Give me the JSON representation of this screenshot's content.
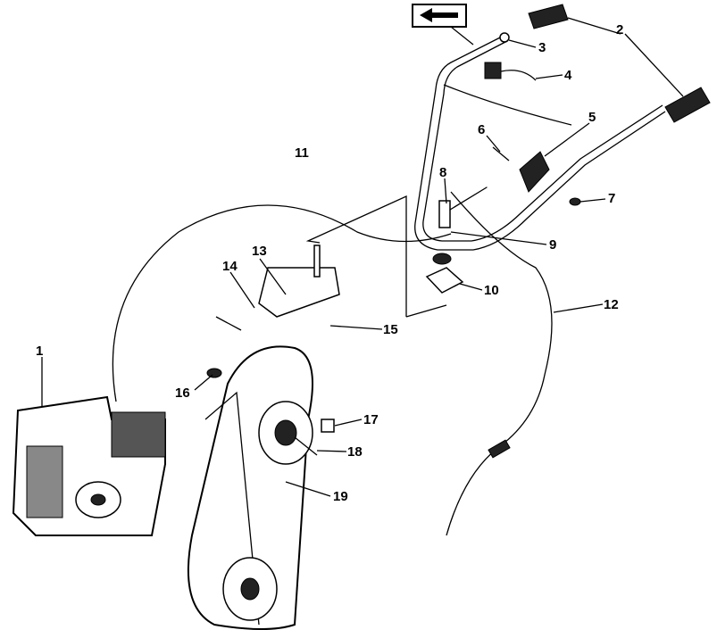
{
  "diagram": {
    "type": "exploded parts diagram",
    "callouts": [
      {
        "id": "callout-1",
        "label": "1"
      },
      {
        "id": "callout-2",
        "label": "2"
      },
      {
        "id": "callout-3",
        "label": "3"
      },
      {
        "id": "callout-4",
        "label": "4"
      },
      {
        "id": "callout-5",
        "label": "5"
      },
      {
        "id": "callout-6",
        "label": "6"
      },
      {
        "id": "callout-7",
        "label": "7"
      },
      {
        "id": "callout-8",
        "label": "8"
      },
      {
        "id": "callout-9",
        "label": "9"
      },
      {
        "id": "callout-10",
        "label": "10"
      },
      {
        "id": "callout-11",
        "label": "11"
      },
      {
        "id": "callout-12",
        "label": "12"
      },
      {
        "id": "callout-13",
        "label": "13"
      },
      {
        "id": "callout-14",
        "label": "14"
      },
      {
        "id": "callout-15",
        "label": "15"
      },
      {
        "id": "callout-16",
        "label": "16"
      },
      {
        "id": "callout-17",
        "label": "17"
      },
      {
        "id": "callout-18",
        "label": "18"
      },
      {
        "id": "callout-19",
        "label": "19"
      }
    ],
    "direction_arrow": "arrow-left-icon"
  }
}
